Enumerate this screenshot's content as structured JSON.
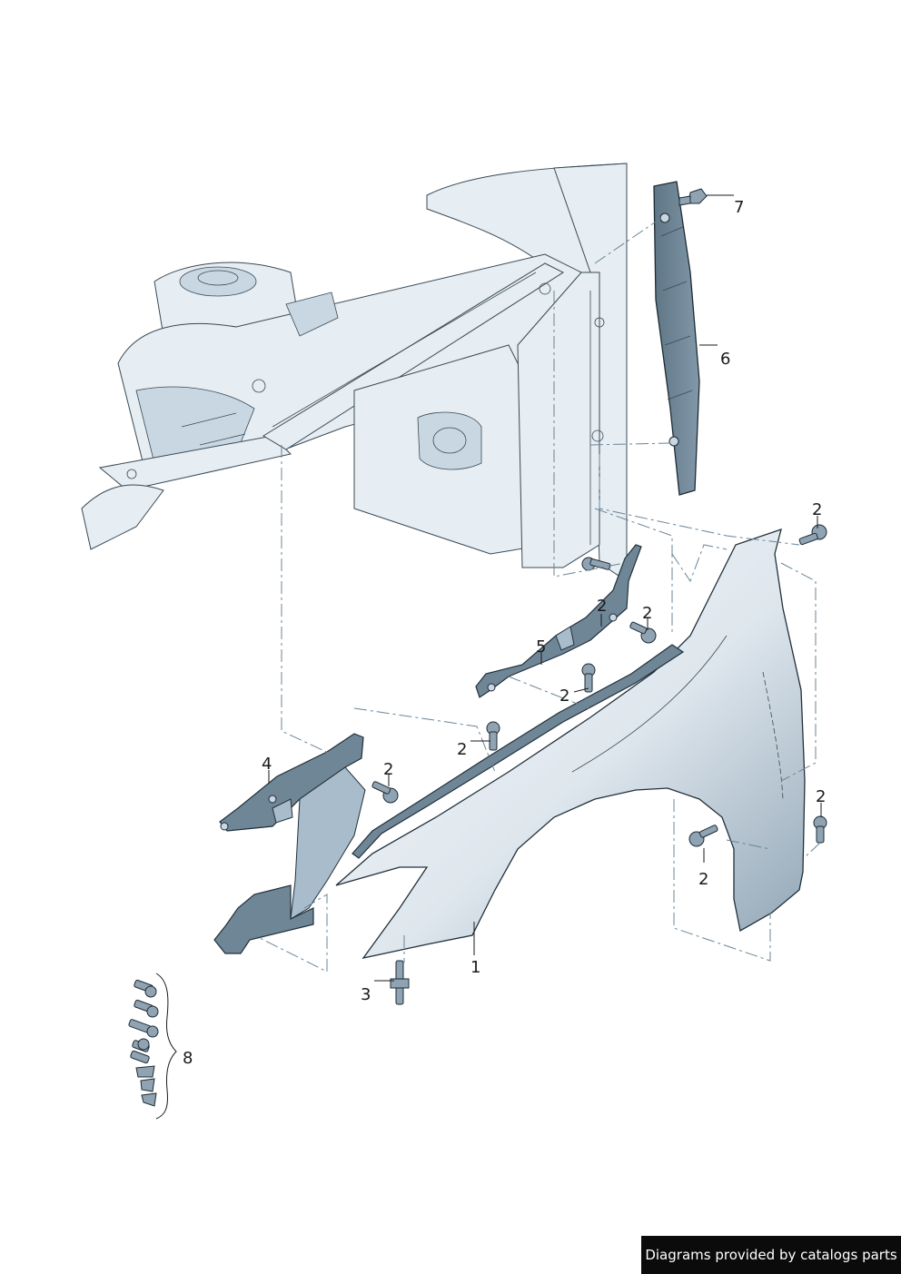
{
  "diagram": {
    "callouts": [
      {
        "id": "fender",
        "label": "1"
      },
      {
        "id": "bolt-top-right",
        "label": "2"
      },
      {
        "id": "bolt-bracket-upper",
        "label": "2"
      },
      {
        "id": "bolt-bracket-right",
        "label": "2"
      },
      {
        "id": "bolt-bracket-lower",
        "label": "2"
      },
      {
        "id": "bolt-rail-mid",
        "label": "2"
      },
      {
        "id": "bolt-left-bracket",
        "label": "2"
      },
      {
        "id": "bolt-arch-right",
        "label": "2"
      },
      {
        "id": "bolt-arch-left",
        "label": "2"
      },
      {
        "id": "stud-bolt",
        "label": "3"
      },
      {
        "id": "left-bracket",
        "label": "4"
      },
      {
        "id": "upper-bracket",
        "label": "5"
      },
      {
        "id": "seal-strip",
        "label": "6"
      },
      {
        "id": "clip",
        "label": "7"
      },
      {
        "id": "fastener-kit",
        "label": "8"
      }
    ]
  },
  "footer": {
    "credit": "Diagrams provided by catalogs parts"
  }
}
